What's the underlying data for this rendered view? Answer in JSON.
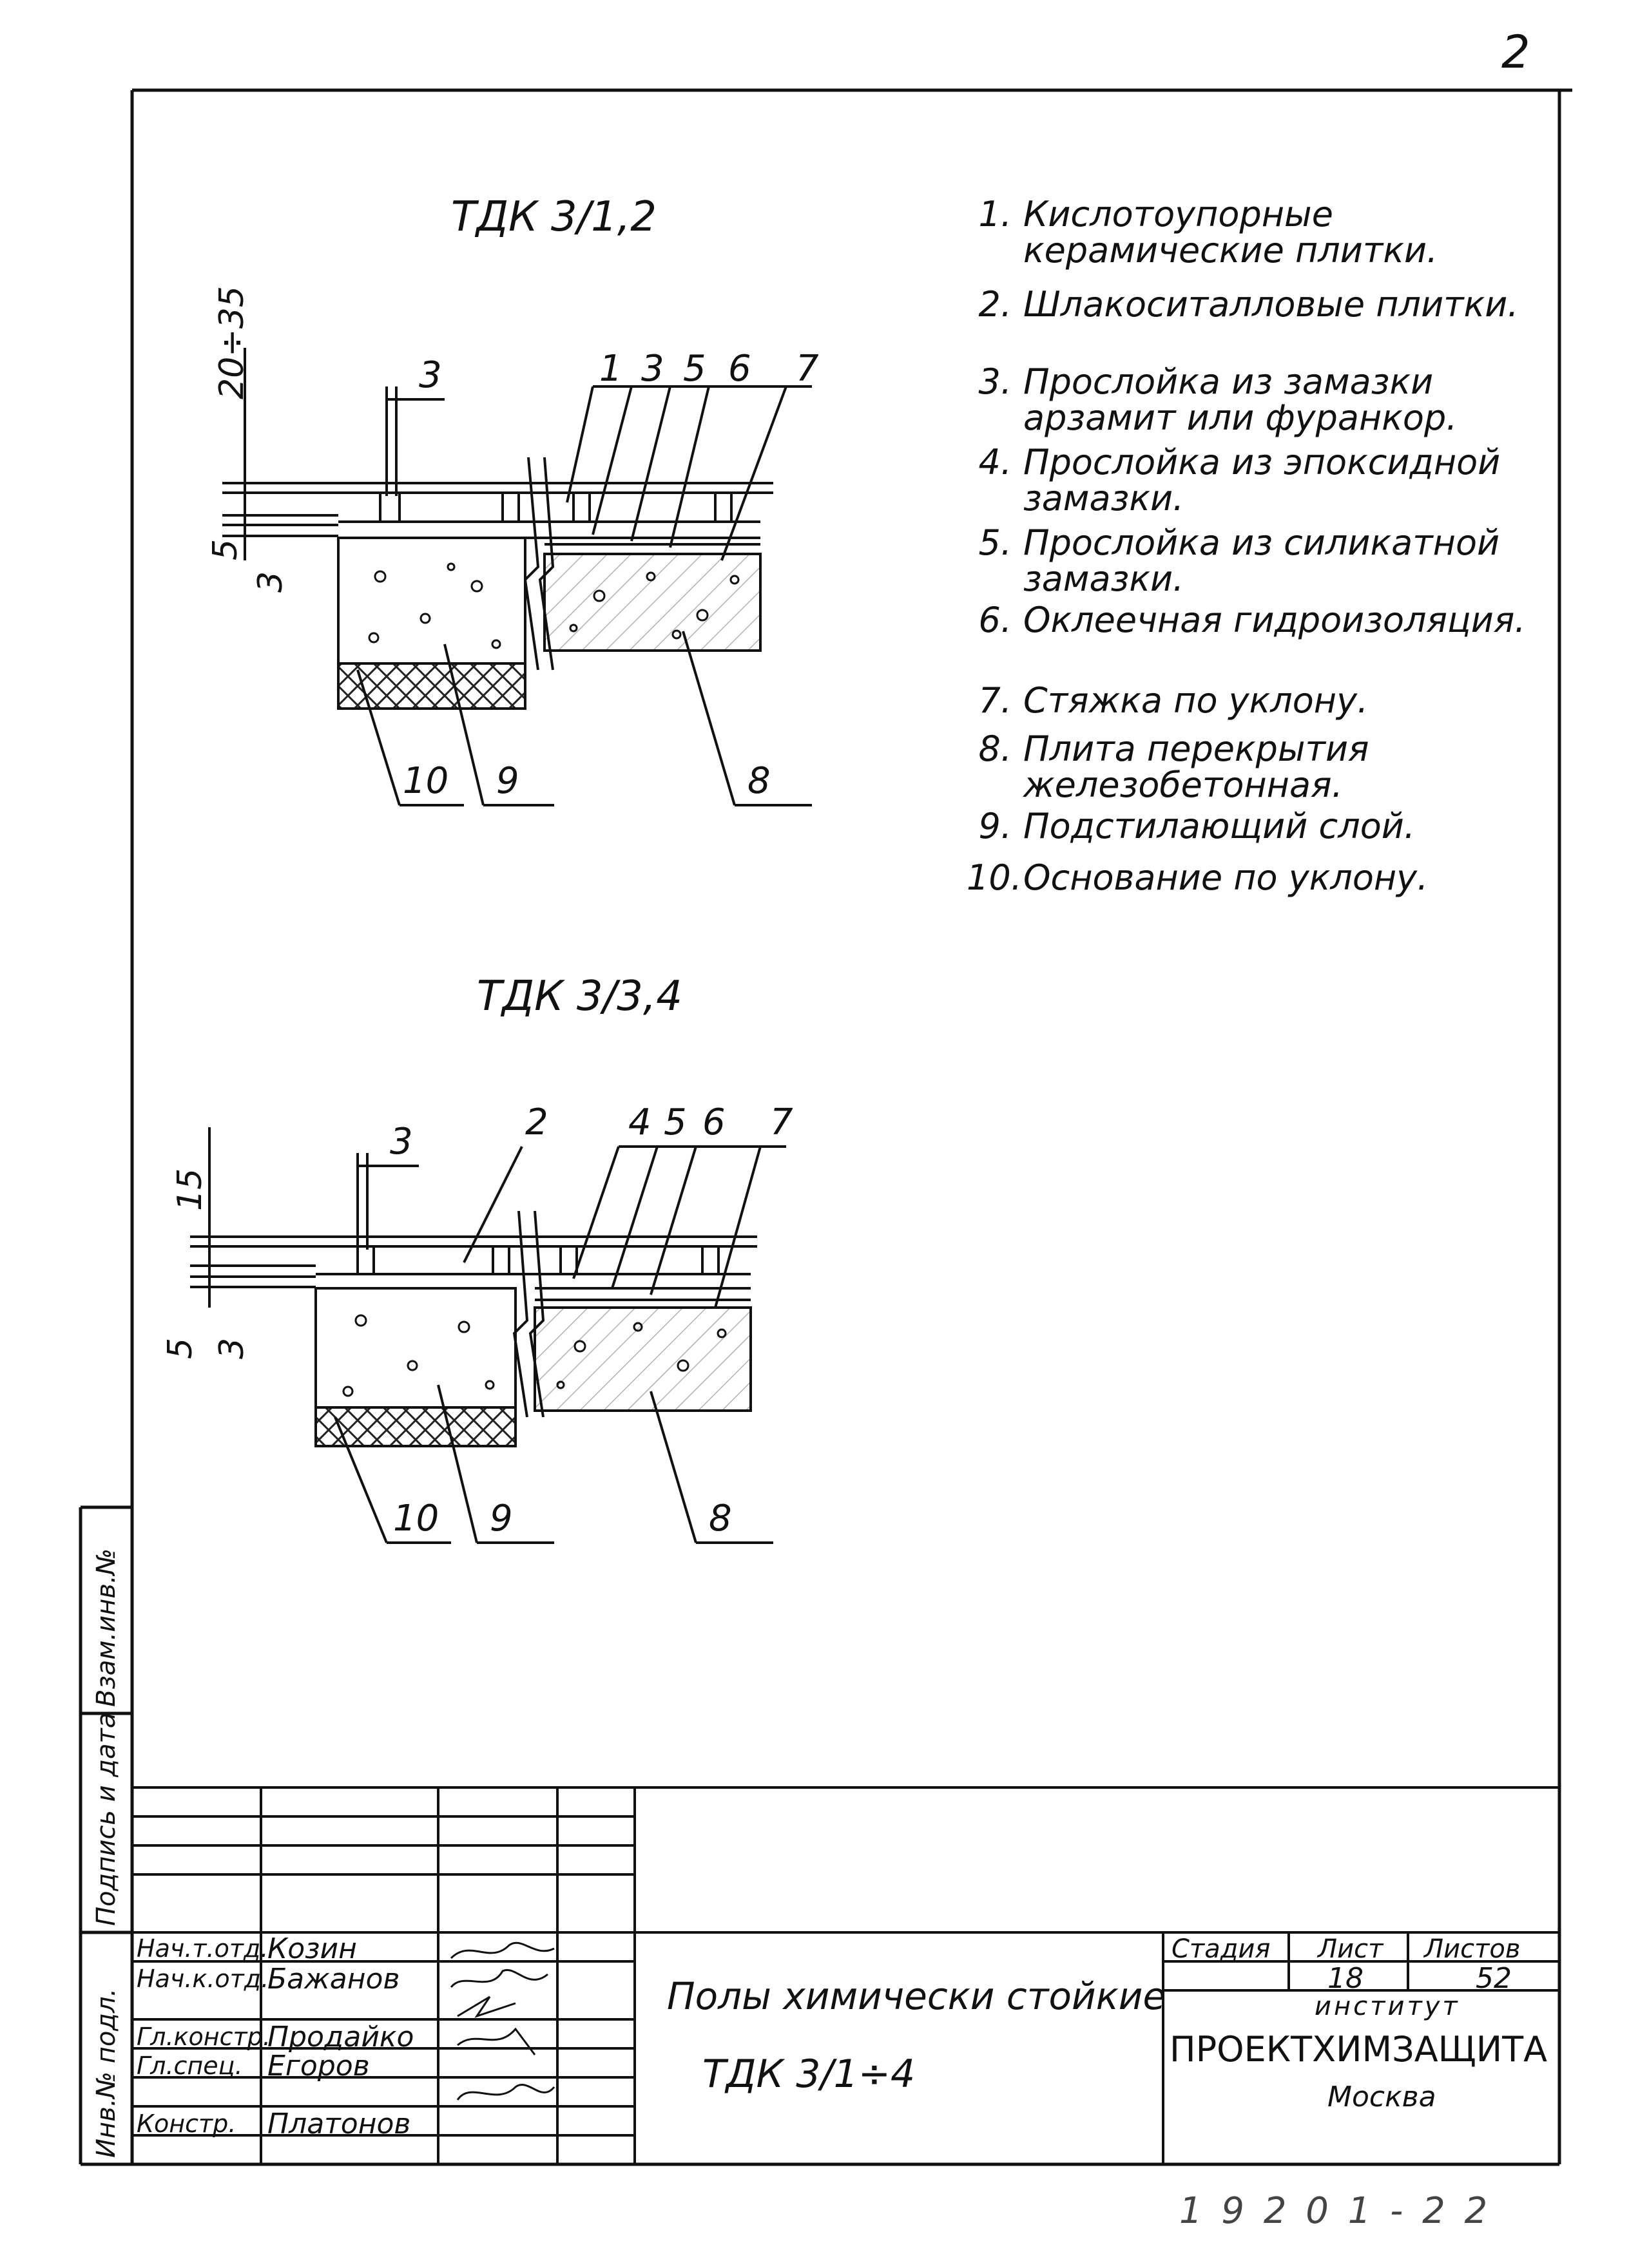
{
  "corner_mark": "2",
  "drawing": {
    "section1": {
      "title": "ТДК 3/1,2",
      "callouts": [
        "1",
        "3",
        "5",
        "6",
        "7"
      ],
      "dim_top": "20÷35",
      "dim_small": "3",
      "dim_left_a": "5",
      "dim_left_b": "3",
      "bottom_callouts": [
        "10",
        "9",
        "8"
      ]
    },
    "section2": {
      "title": "ТДК 3/3,4",
      "callouts": [
        "2",
        "4",
        "5",
        "6",
        "7"
      ],
      "dim_top": "15",
      "dim_small": "3",
      "dim_left_a": "5",
      "dim_left_b": "3",
      "bottom_callouts": [
        "10",
        "9",
        "8"
      ]
    }
  },
  "legend": [
    {
      "num": "1.",
      "text": "Кислотоупорные керамические плитки."
    },
    {
      "num": "2.",
      "text": "Шлакоситалловые плитки."
    },
    {
      "num": "3.",
      "text": "Прослойка из замазки арзамит или фуранкор."
    },
    {
      "num": "4.",
      "text": "Прослойка из эпоксидной замазки."
    },
    {
      "num": "5.",
      "text": "Прослойка из силикатной замазки."
    },
    {
      "num": "6.",
      "text": "Оклеечная гидроизоляция."
    },
    {
      "num": "7.",
      "text": "Стяжка по уклону."
    },
    {
      "num": "8.",
      "text": "Плита перекрытия железобетонная."
    },
    {
      "num": "9.",
      "text": "Подстилающий слой."
    },
    {
      "num": "10.",
      "text": "Основание по уклону."
    }
  ],
  "side_stamp": [
    "Инв.№ подл.",
    "Подпись и дата",
    "Взам.инв.№"
  ],
  "title_block": {
    "people": [
      {
        "role": "Нач.т.отд.",
        "name": "Козин"
      },
      {
        "role": "Нач.к.отд.",
        "name": "Бажанов"
      },
      {
        "role": "Гл.констр.",
        "name": "Продайко"
      },
      {
        "role": "Гл.спец.",
        "name": "Егоров"
      },
      {
        "role": "Констр.",
        "name": "Платонов"
      }
    ],
    "title": "Полы химически стойкие",
    "code": "ТДК 3/1÷4",
    "stage_label": "Стадия",
    "sheet_label": "Лист",
    "sheets_label": "Листов",
    "sheet": "18",
    "sheets": "52",
    "institute_label": "институт",
    "institute": "ПРОЕКТХИМЗАЩИТА",
    "city": "Москва"
  },
  "footer_number": "1 9 2 0 1 - 2 2"
}
